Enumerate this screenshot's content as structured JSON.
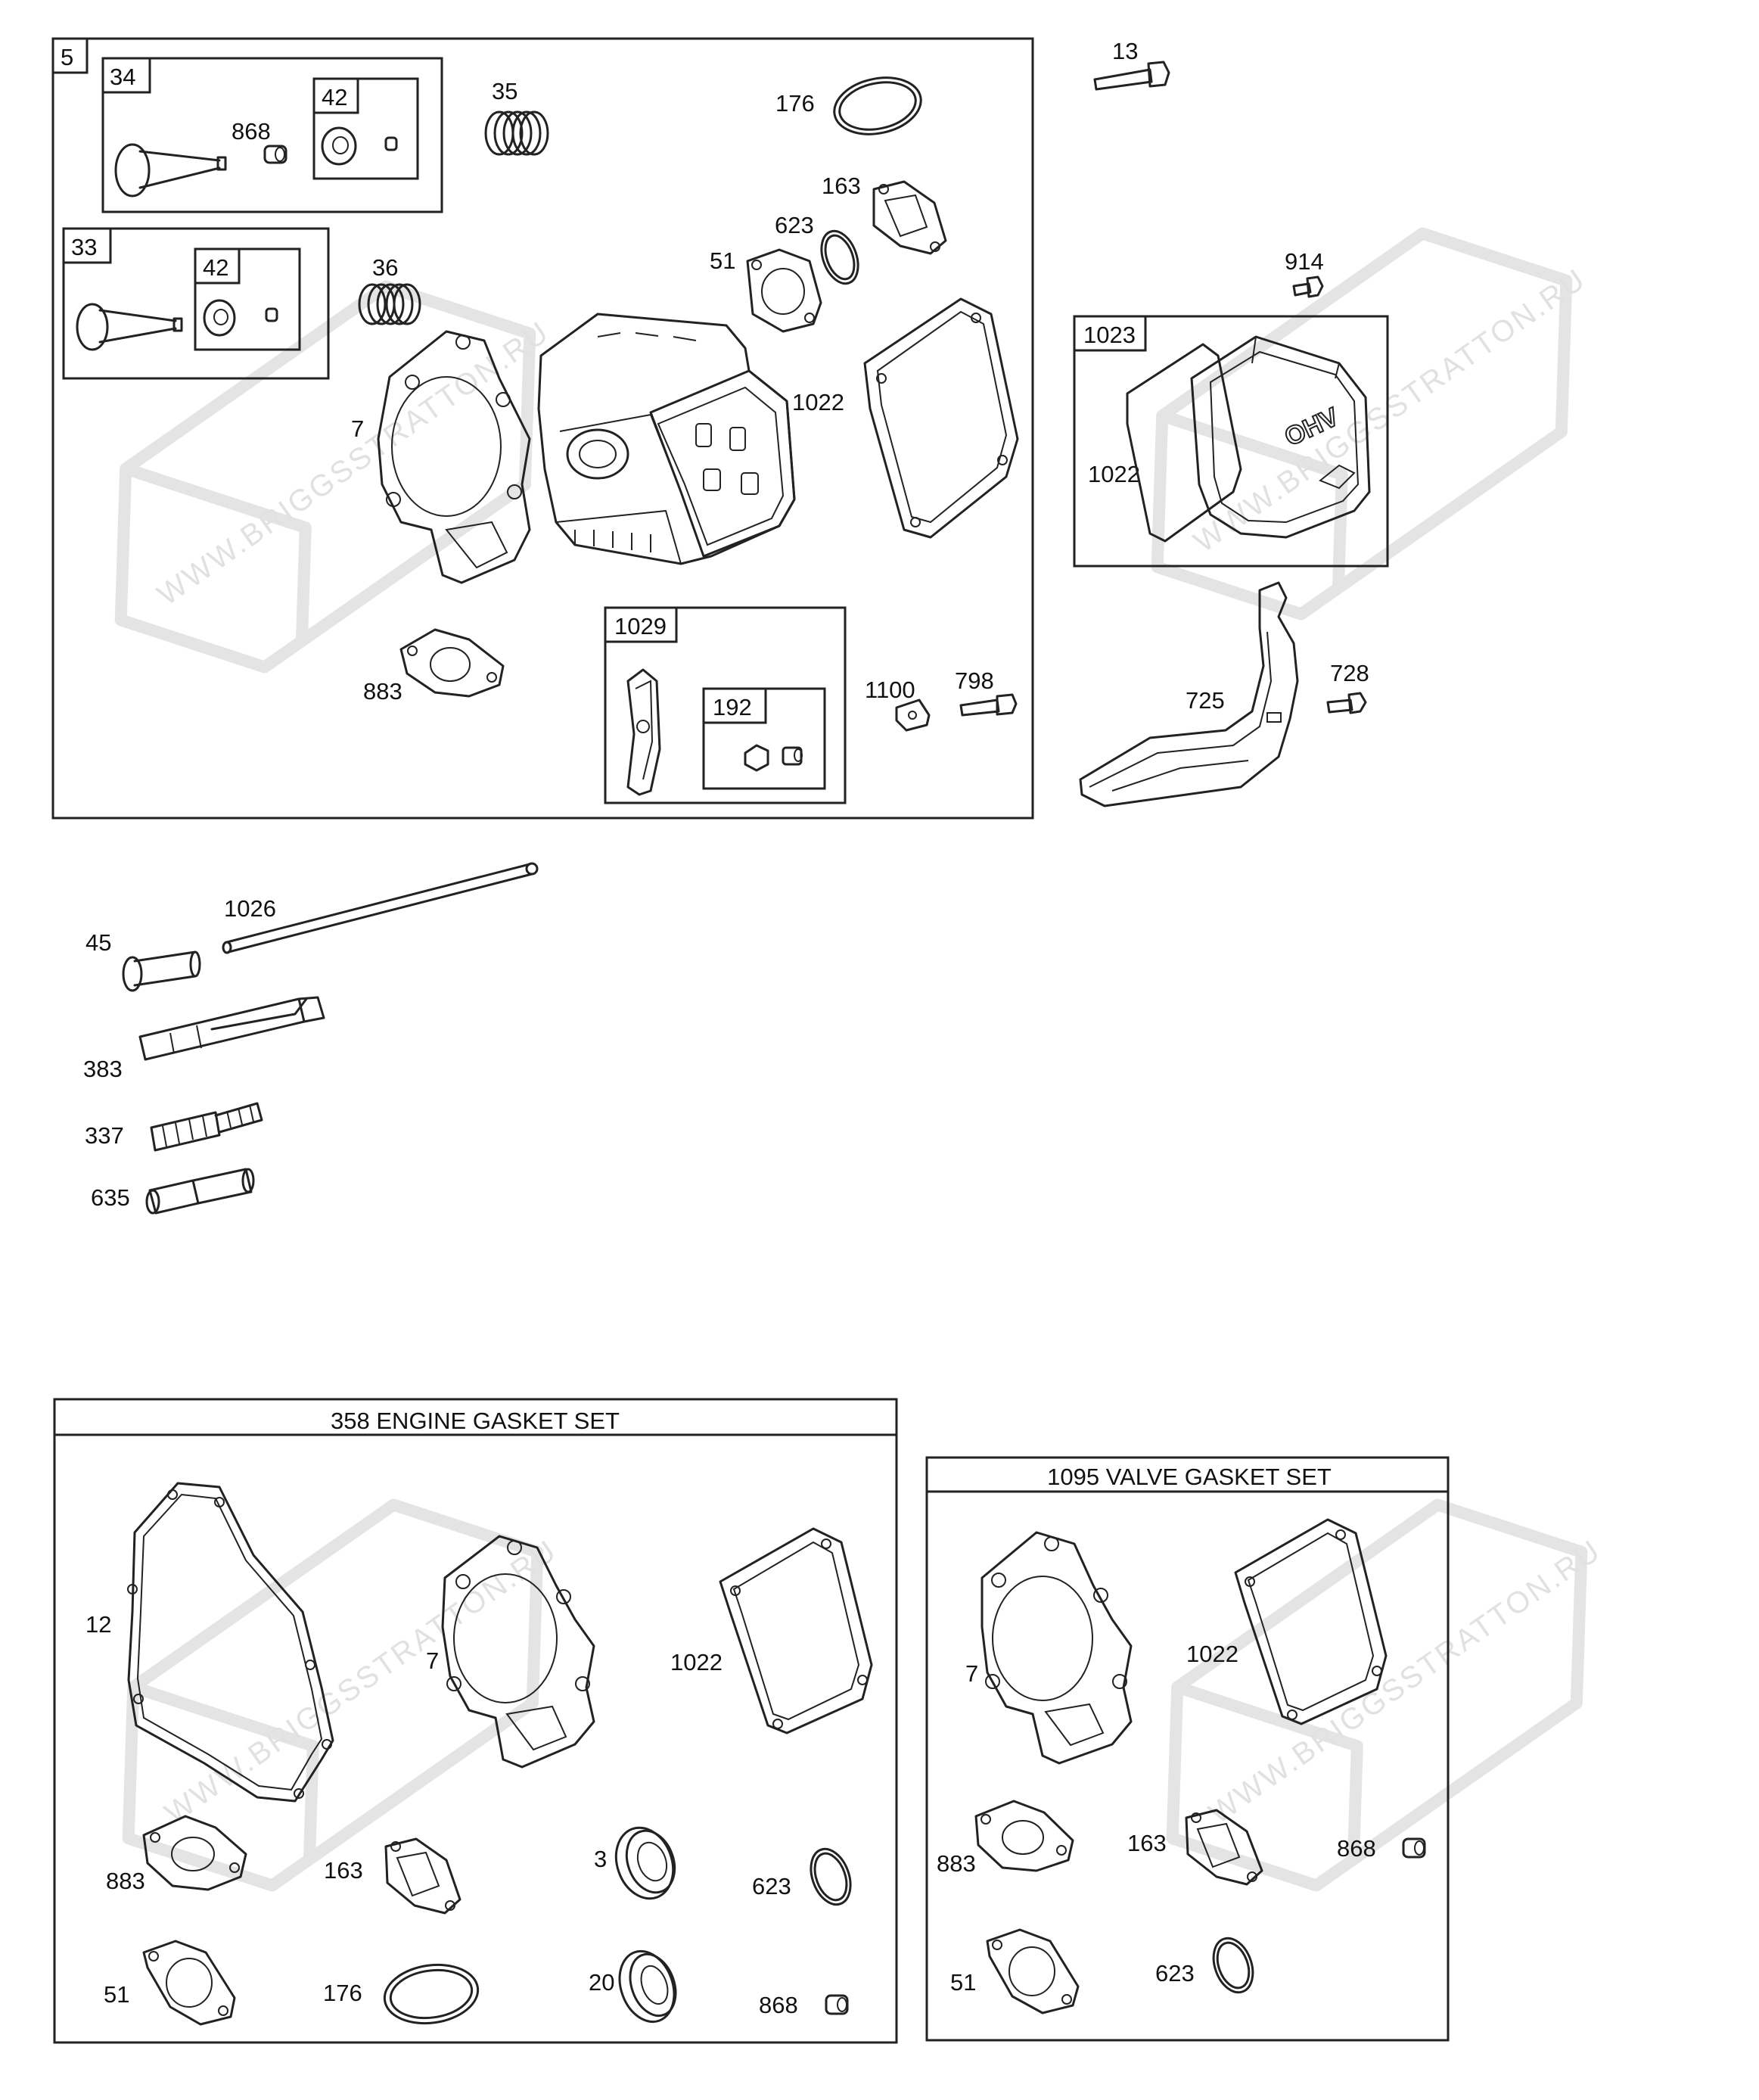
{
  "watermark": {
    "text": "WWW.BRIGGSSTRATTON.RU"
  },
  "boxes": {
    "cylinder_head_assembly": "5",
    "intake_valve": "34",
    "keeper_a": "42",
    "exhaust_valve": "33",
    "keeper_b": "42",
    "rocker_assembly": "1029",
    "rocker_nut": "192",
    "valve_cover_assembly": "1023"
  },
  "labels": {
    "l868a": "868",
    "l35": "35",
    "l176a": "176",
    "l13": "13",
    "l163a": "163",
    "l623a": "623",
    "l51a": "51",
    "l36": "36",
    "l7a": "7",
    "l1022a": "1022",
    "l914": "914",
    "l1022b": "1022",
    "l883a": "883",
    "l1100": "1100",
    "l798": "798",
    "l728": "728",
    "l725": "725",
    "l1026": "1026",
    "l45": "45",
    "l383": "383",
    "l337": "337",
    "l635": "635"
  },
  "engine_gasket_set": {
    "title": "358 ENGINE GASKET SET",
    "labels": {
      "l12": "12",
      "l7": "7",
      "l1022": "1022",
      "l883": "883",
      "l163": "163",
      "l3": "3",
      "l623": "623",
      "l51": "51",
      "l176": "176",
      "l20": "20",
      "l868": "868"
    }
  },
  "valve_gasket_set": {
    "title": "1095 VALVE GASKET SET",
    "labels": {
      "l7": "7",
      "l1022": "1022",
      "l883": "883",
      "l163": "163",
      "l868": "868",
      "l51": "51",
      "l623": "623"
    }
  },
  "cover_emboss": "OHV"
}
